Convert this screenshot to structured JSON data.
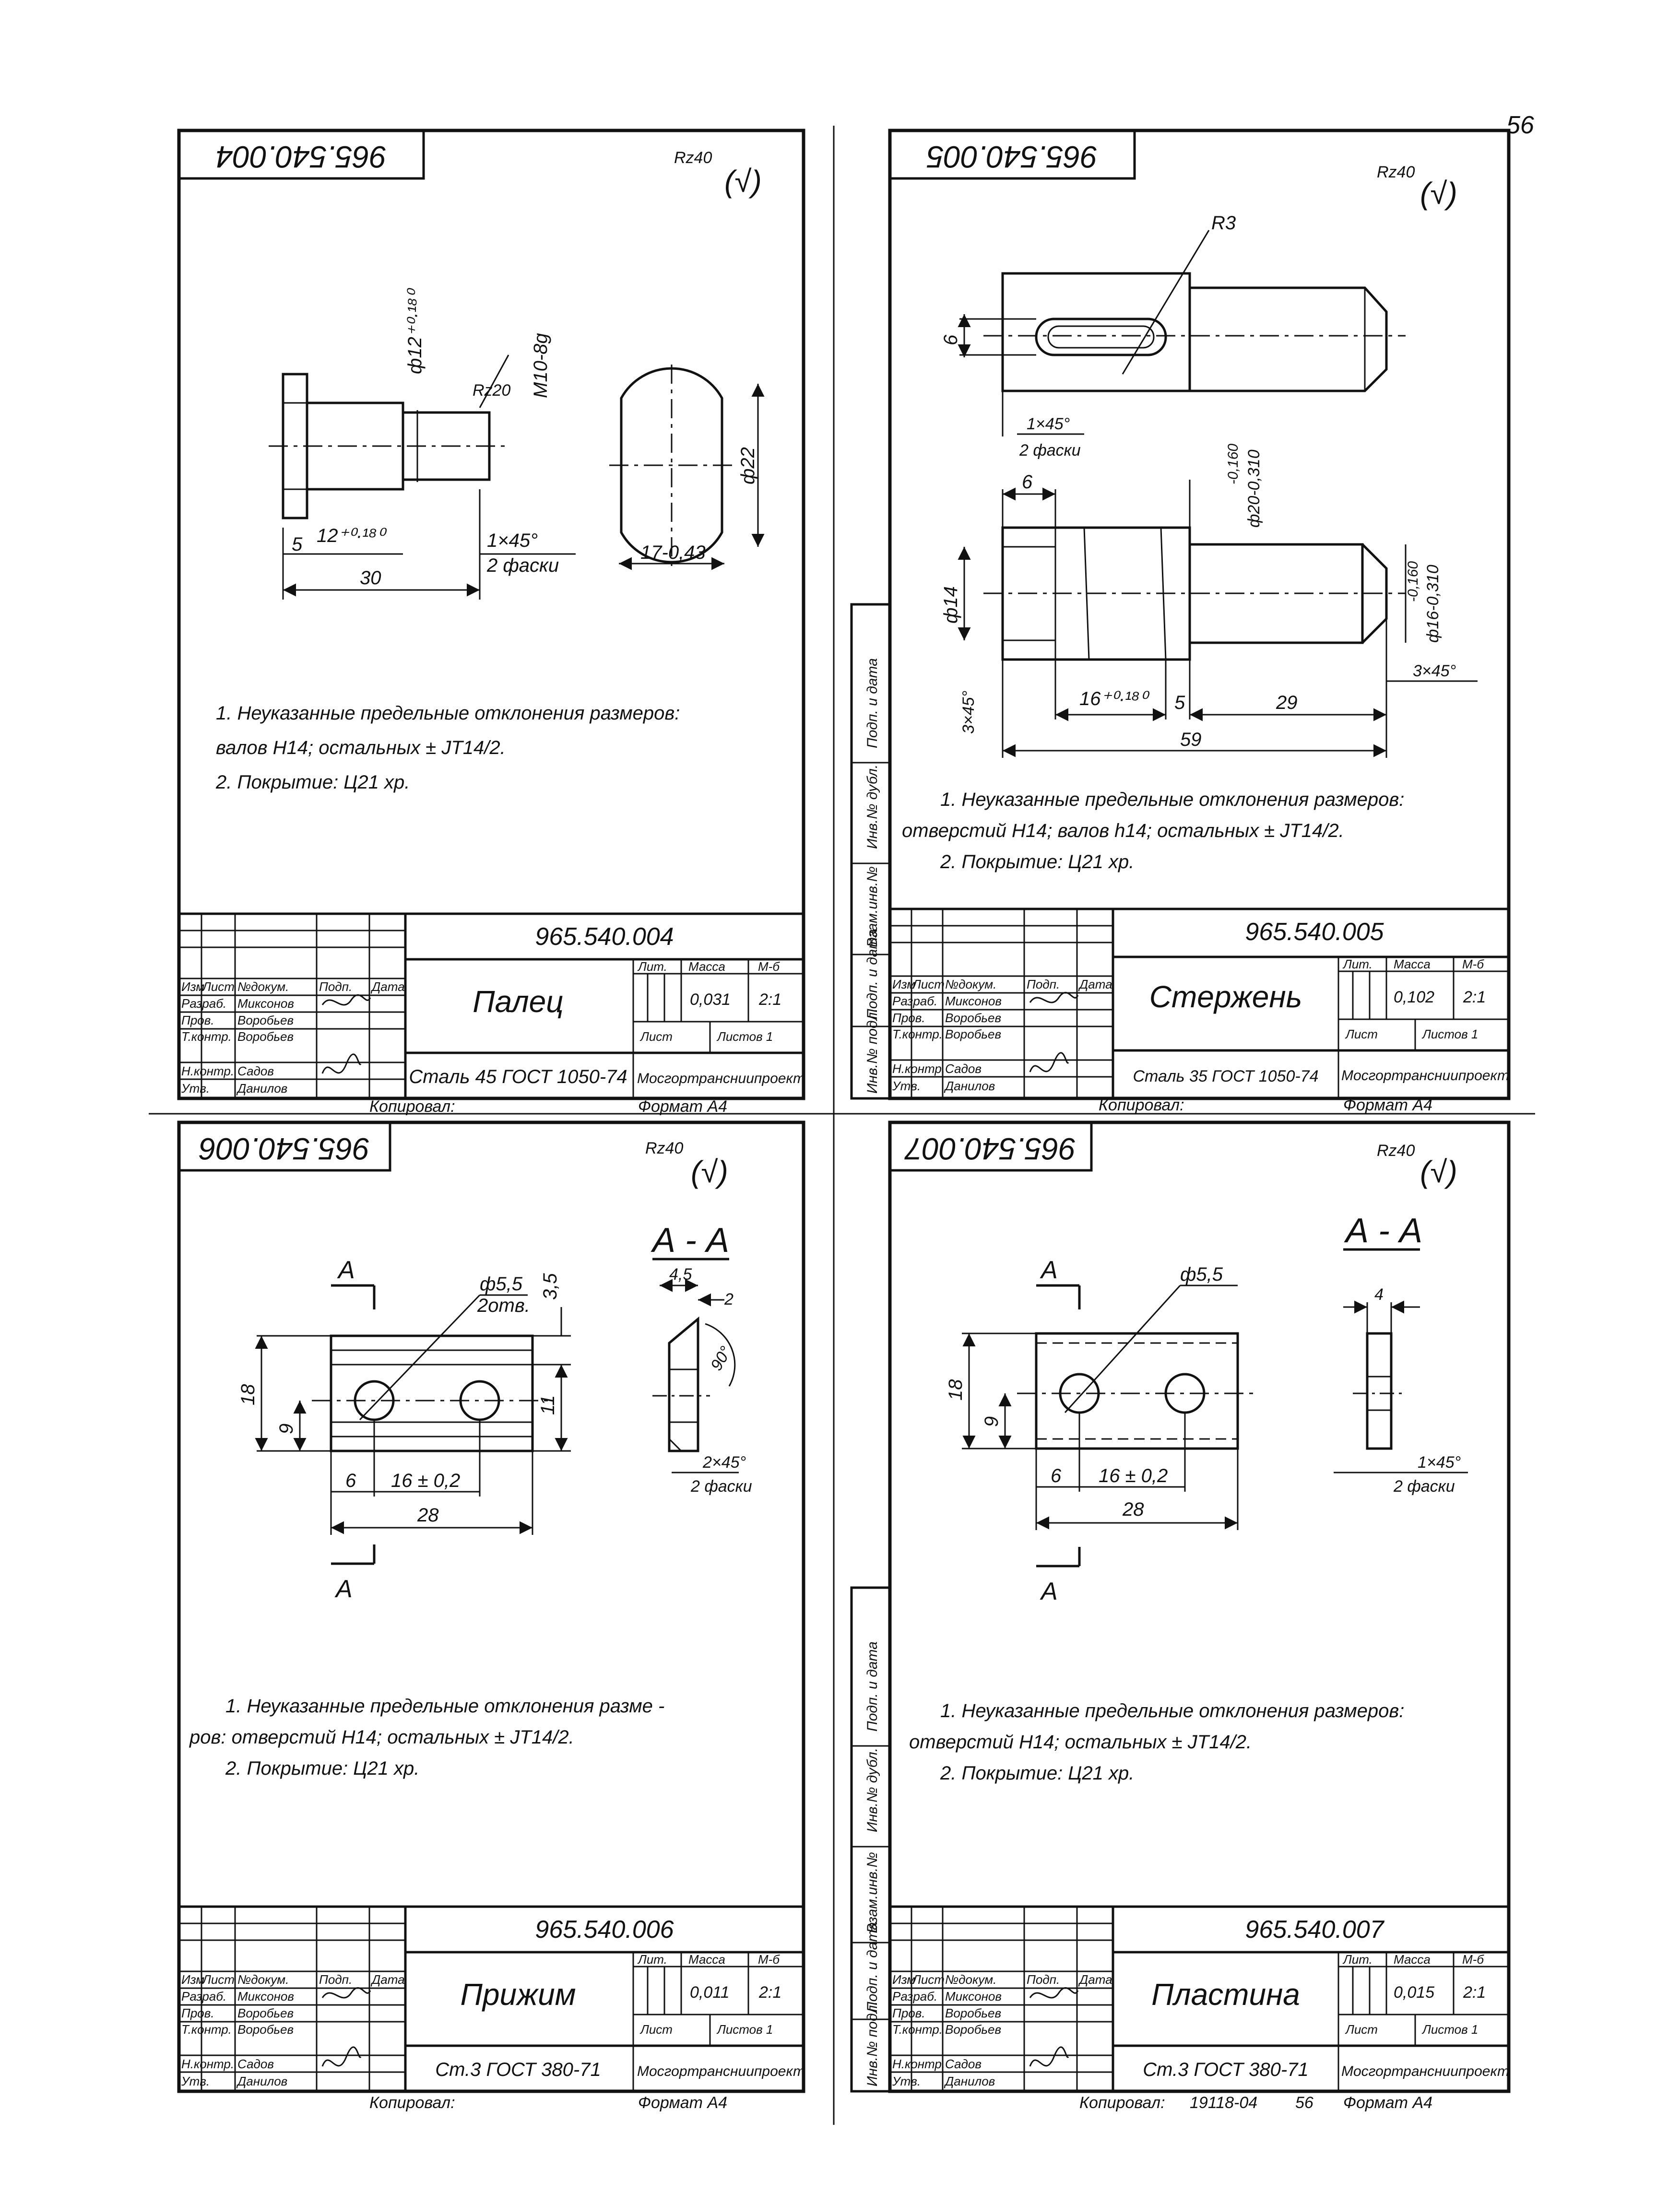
{
  "page_number": "56",
  "copy_footer_number": "19118-04",
  "copy_footer_page": "56",
  "roughness_mark": "Rz40",
  "roughness_paren": "(√)",
  "common": {
    "hdr_izm": "Изм",
    "hdr_list": "Лист",
    "hdr_doc": "№докум.",
    "hdr_podp": "Подп.",
    "hdr_date": "Дата",
    "role_razrab": "Разраб.",
    "role_prov": "Пров.",
    "role_tkontr": "Т.контр.",
    "role_nkontr": "Н.контр.",
    "role_utv": "Утв.",
    "name_razrab": "Миксонов",
    "name_prov": "Воробьев",
    "name_tkontr": "Воробьев",
    "name_nkontr": "Садов",
    "name_utv": "Данилов",
    "lit": "Лит.",
    "massa": "Масса",
    "masshtab_hdr": "М-б",
    "list": "Лист",
    "listov": "Листов 1",
    "org": "Мосгортрансниипроект",
    "kopiroval": "Копировал:",
    "format": "Формат А4",
    "side_labels": [
      "Инв.№ подл.",
      "Подп. и дата",
      "Взам.инв.№",
      "Инв.№ дубл.",
      "Подп. и дата"
    ]
  },
  "sheets": [
    {
      "code": "965.540.004",
      "name": "Палец",
      "material": "Сталь 45 ГОСТ 1050-74",
      "mass": "0,031",
      "scale": "2:1",
      "notes": [
        "1. Неуказанные предельные отклонения размеров:",
        "валов Н14; остальных ± JT14/2.",
        "2. Покрытие: Ц21 хр."
      ],
      "dims": {
        "d_shank": "ф12⁺⁰·¹⁸⁰",
        "rz": "Rz20",
        "thread": "М10-8g",
        "d_head": "ф22",
        "l5": "5",
        "l12": "12⁺⁰·¹⁸⁰",
        "chamfer": "1×45°",
        "chamfer_note": "2 фаски",
        "l30": "30",
        "w17": "17-0,43"
      }
    },
    {
      "code": "965.540.005",
      "name": "Стержень",
      "material": "Сталь 35 ГОСТ 1050-74",
      "mass": "0,102",
      "scale": "2:1",
      "notes": [
        "1. Неуказанные предельные отклонения размеров:",
        "отверстий Н14; валов h14; остальных ± JT14/2.",
        "2. Покрытие: Ц21 хр."
      ],
      "dims": {
        "r3": "R3",
        "slot": "6",
        "chamfer": "1×45°",
        "chamfer_note": "2 фаски",
        "l6": "6",
        "d20_a": "-0,160",
        "d20_b": "ф20-0,310",
        "d14": "ф14",
        "d16_a": "-0,160",
        "d16_b": "ф16-0,310",
        "ch3_left": "3×45°",
        "ch3_right": "3×45°",
        "l16": "16⁺⁰·¹⁸⁰",
        "l5": "5",
        "l29": "29",
        "l59": "59"
      }
    },
    {
      "code": "965.540.006",
      "name": "Прижим",
      "material": "Ст.3 ГОСТ 380-71",
      "mass": "0,011",
      "scale": "2:1",
      "notes": [
        "1. Неуказанные предельные отклонения разме -",
        "ров: отверстий Н14; остальных ± JT14/2.",
        "2. Покрытие: Ц21 хр."
      ],
      "dims": {
        "section_a": "А",
        "section_aa": "А - А",
        "hole": "ф5,5",
        "hole_note": "2отв.",
        "h35": "3,5",
        "h18": "18",
        "h9": "9",
        "h11": "11",
        "l6": "6",
        "l16": "16 ± 0,2",
        "l28": "28",
        "w45": "4,5",
        "w2": "2",
        "ang": "90°",
        "ch2": "2×45°",
        "ch2_note": "2 фаски"
      }
    },
    {
      "code": "965.540.007",
      "name": "Пластина",
      "material": "Ст.3 ГОСТ 380-71",
      "mass": "0,015",
      "scale": "2:1",
      "notes": [
        "1. Неуказанные предельные отклонения размеров:",
        "отверстий Н14; остальных ± JT14/2.",
        "2. Покрытие: Ц21 хр."
      ],
      "dims": {
        "section_a": "А",
        "section_aa": "А - А",
        "hole": "ф5,5",
        "h18": "18",
        "h9": "9",
        "l6": "6",
        "l16": "16 ± 0,2",
        "l28": "28",
        "w4": "4",
        "chamfer": "1×45°",
        "chamfer_note": "2 фаски"
      }
    }
  ]
}
